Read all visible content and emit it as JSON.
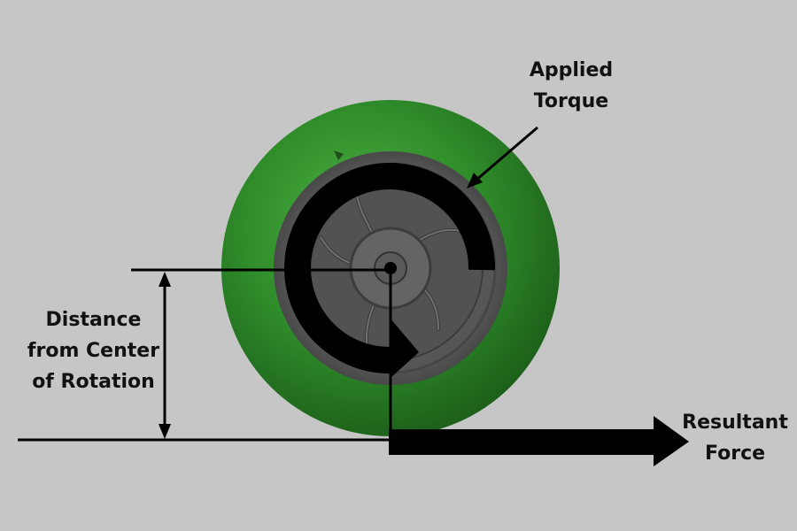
{
  "labels": {
    "applied_torque": [
      "Applied",
      "Torque"
    ],
    "distance": [
      "Distance",
      "from Center",
      "of Rotation"
    ],
    "resultant_force": [
      "Resultant",
      "Force"
    ]
  },
  "colors": {
    "background": "#c6c6c6",
    "tire": "#2f8a2a",
    "rim": "#5a5a5a",
    "arrow": "#000000"
  }
}
